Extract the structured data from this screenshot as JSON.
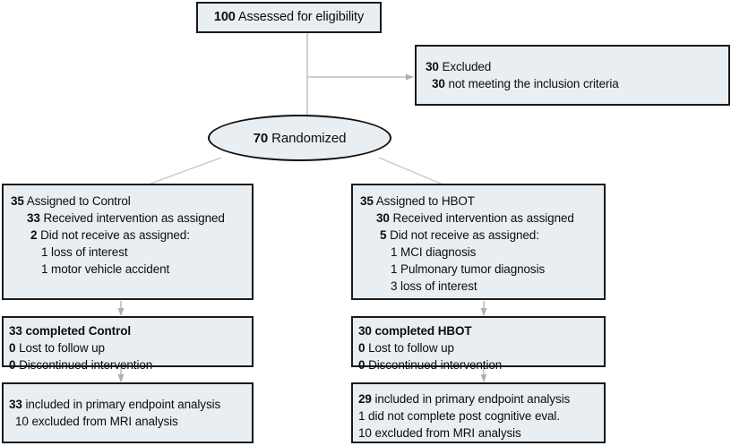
{
  "diagram": {
    "title": "CONSORT participant flow diagram",
    "colors": {
      "box_fill": "#e9eef2",
      "box_border": "#1a1a1a",
      "connector": "#b3b3b3",
      "text": "#0d0d0d"
    },
    "nodes": {
      "assessed": {
        "lines": [
          {
            "num": "100",
            "text": " Assessed for eligibility",
            "indent": 0
          }
        ]
      },
      "excluded": {
        "lines": [
          {
            "num": "30",
            "text": " Excluded",
            "indent": 0
          },
          {
            "num": "30",
            "text": " not meeting the inclusion criteria",
            "indent": 1
          }
        ]
      },
      "randomized": {
        "lines": [
          {
            "num": "70",
            "text": " Randomized",
            "indent": 0
          }
        ]
      },
      "control_assigned": {
        "lines": [
          {
            "num": "35",
            "text": " Assigned to Control",
            "indent": 0
          },
          {
            "num": "33",
            "text": " Received intervention as assigned",
            "indent": 1
          },
          {
            "num": "2",
            "text": " Did not receive as assigned:",
            "indent": 2
          },
          {
            "num": "",
            "text": "1 loss of interest",
            "indent": 3
          },
          {
            "num": "",
            "text": "1 motor vehicle accident",
            "indent": 3
          }
        ]
      },
      "hbot_assigned": {
        "lines": [
          {
            "num": "35",
            "text": " Assigned to HBOT",
            "indent": 0
          },
          {
            "num": "30",
            "text": " Received intervention as assigned",
            "indent": 1
          },
          {
            "num": "5",
            "text": " Did not receive as assigned:",
            "indent": 2
          },
          {
            "num": "",
            "text": "1 MCI diagnosis",
            "indent": 3
          },
          {
            "num": "",
            "text": "1 Pulmonary tumor diagnosis",
            "indent": 3
          },
          {
            "num": "",
            "text": "3 loss of interest",
            "indent": 3
          }
        ]
      },
      "control_completed": {
        "lines": [
          {
            "num": "33 completed Control",
            "text": "",
            "indent": 0
          },
          {
            "num": "0",
            "text": " Lost to follow up",
            "indent": 0
          },
          {
            "num": "0",
            "text": " Discontinued intervention",
            "indent": 0
          }
        ]
      },
      "hbot_completed": {
        "lines": [
          {
            "num": "30 completed HBOT",
            "text": "",
            "indent": 0
          },
          {
            "num": "0",
            "text": " Lost to follow up",
            "indent": 0
          },
          {
            "num": "0",
            "text": " Discontinued intervention",
            "indent": 0
          }
        ]
      },
      "control_analysis": {
        "lines": [
          {
            "num": "33",
            "text": " included in primary endpoint analysis",
            "indent": 0
          },
          {
            "num": "",
            "text": "10 excluded from MRI analysis",
            "indent": 4
          }
        ]
      },
      "hbot_analysis": {
        "lines": [
          {
            "num": "29",
            "text": " included in primary endpoint analysis",
            "indent": 0
          },
          {
            "num": "",
            "text": "1 did not complete post cognitive eval.",
            "indent": 0
          },
          {
            "num": "",
            "text": "10 excluded from MRI analysis",
            "indent": 0
          }
        ]
      }
    }
  }
}
